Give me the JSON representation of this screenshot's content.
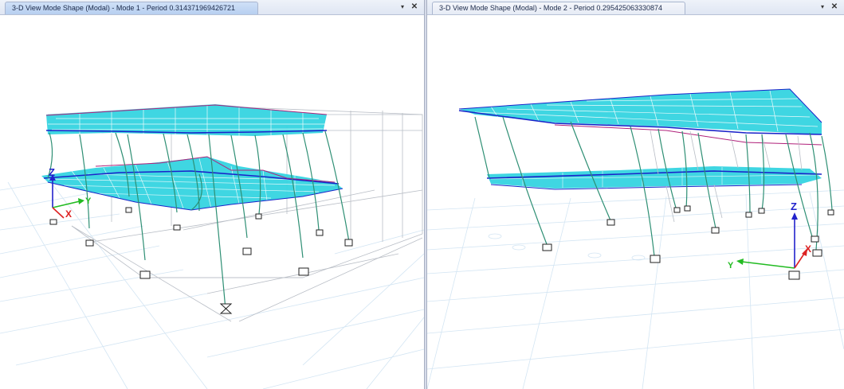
{
  "left_pane": {
    "tab_title": "3-D View  Mode Shape (Modal) - Mode 1 - Period 0.314371969426721",
    "menu_icon": "dropdown-arrow-icon",
    "close_icon": "close-x-icon",
    "axes": {
      "z": "Z",
      "y": "Y",
      "x": "X"
    }
  },
  "right_pane": {
    "tab_title": "3-D View  Mode Shape (Modal) - Mode 2 - Period 0.295425063330874",
    "menu_icon": "dropdown-arrow-icon",
    "close_icon": "close-x-icon",
    "axes": {
      "z": "Z",
      "y": "Y",
      "x": "X"
    }
  },
  "controls": {
    "menu_glyph": "▾",
    "close_glyph": "✕"
  },
  "colors": {
    "slab_fill": "#35d4e0",
    "slab_mesh": "#ffffff",
    "beam_deformed": "#1a23c9",
    "beam_secondary": "#b0207a",
    "column": "#2e8f74",
    "grid_undeformed": "#b7bcc4",
    "ground_grid": "#cfe3f2",
    "axis_z": "#2222cc",
    "axis_y": "#22bb22",
    "axis_x": "#dd2222"
  }
}
